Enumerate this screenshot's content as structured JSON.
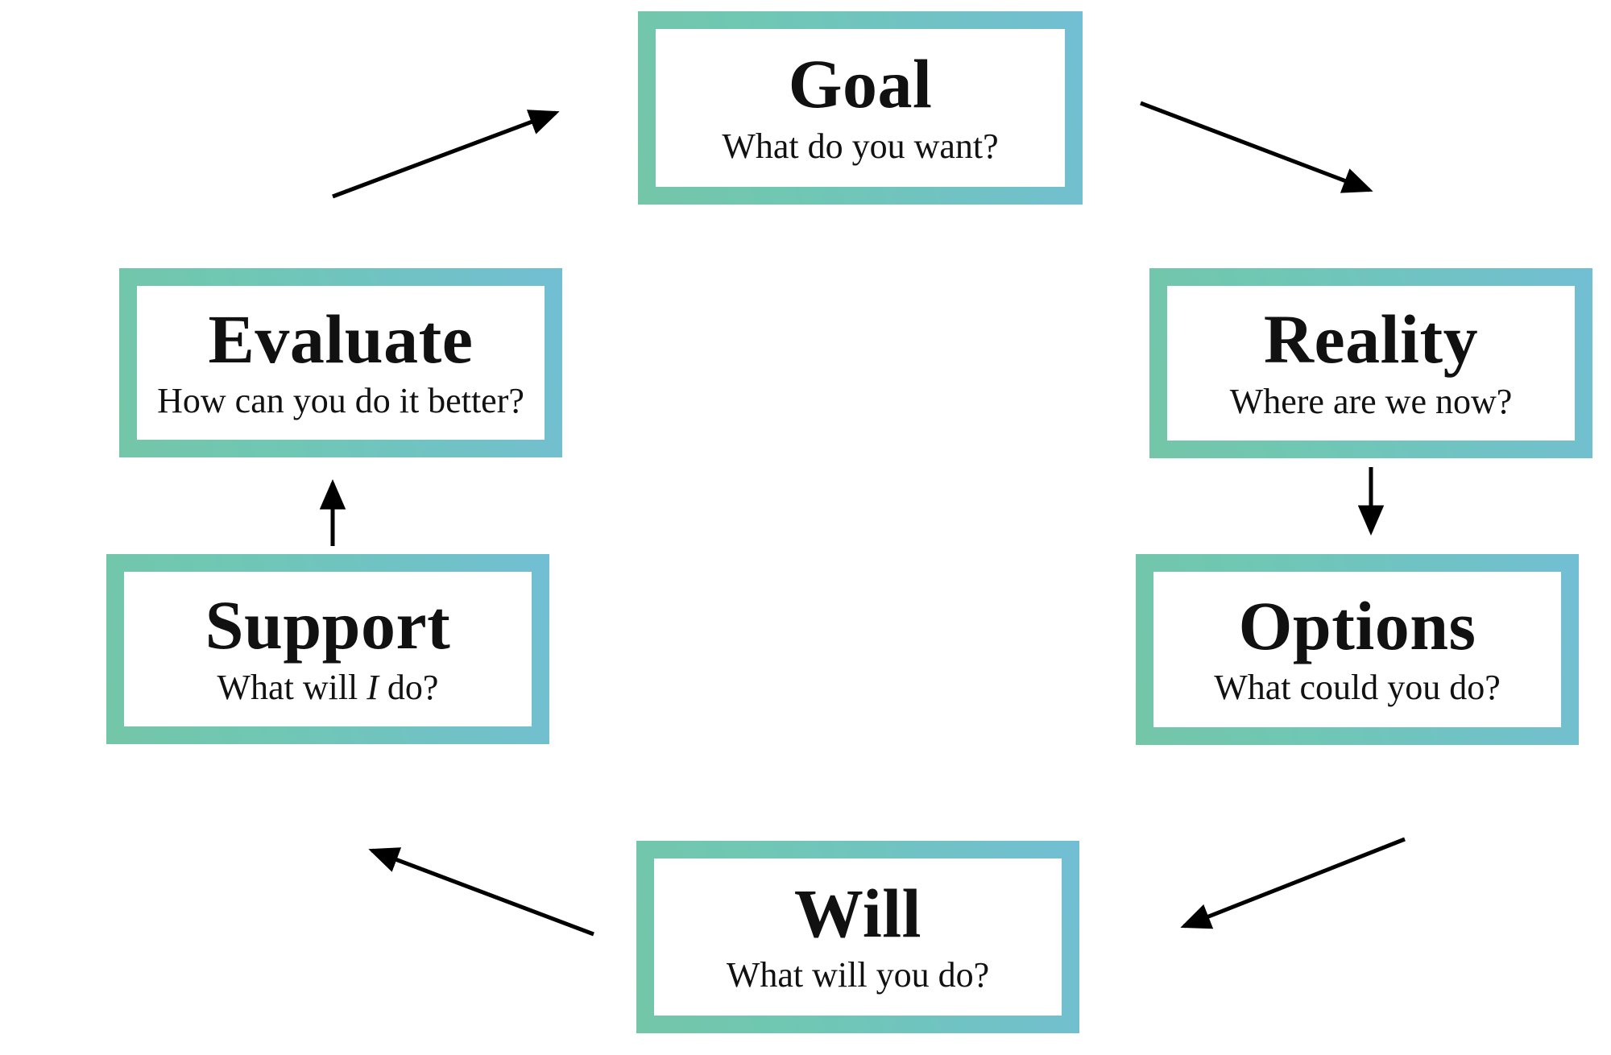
{
  "diagram": {
    "type": "cycle-flowchart",
    "colors": {
      "background": "#ffffff",
      "border_gradient_green": "#74c6a8",
      "border_gradient_teal": "#6fc7b4",
      "border_gradient_blue": "#72bed4",
      "box_fill": "#ffffff",
      "text": "#111111",
      "arrow": "#000000"
    },
    "nodes": [
      {
        "id": "goal",
        "title": "Goal",
        "subtitle": "What do you want?"
      },
      {
        "id": "reality",
        "title": "Reality",
        "subtitle": "Where are we now?"
      },
      {
        "id": "options",
        "title": "Options",
        "subtitle": "What could you do?"
      },
      {
        "id": "will",
        "title": "Will",
        "subtitle": "What will you do?"
      },
      {
        "id": "support",
        "title": "Support",
        "subtitle": "What will I do?",
        "subtitle_parts": {
          "pre": "What will ",
          "emphasis": "I",
          "post": " do?"
        }
      },
      {
        "id": "evaluate",
        "title": "Evaluate",
        "subtitle": "How can you do it better?"
      }
    ],
    "edges": [
      {
        "from": "Evaluate",
        "to": "Goal"
      },
      {
        "from": "Goal",
        "to": "Reality"
      },
      {
        "from": "Reality",
        "to": "Options"
      },
      {
        "from": "Options",
        "to": "Will"
      },
      {
        "from": "Will",
        "to": "Support"
      },
      {
        "from": "Support",
        "to": "Evaluate"
      }
    ]
  }
}
